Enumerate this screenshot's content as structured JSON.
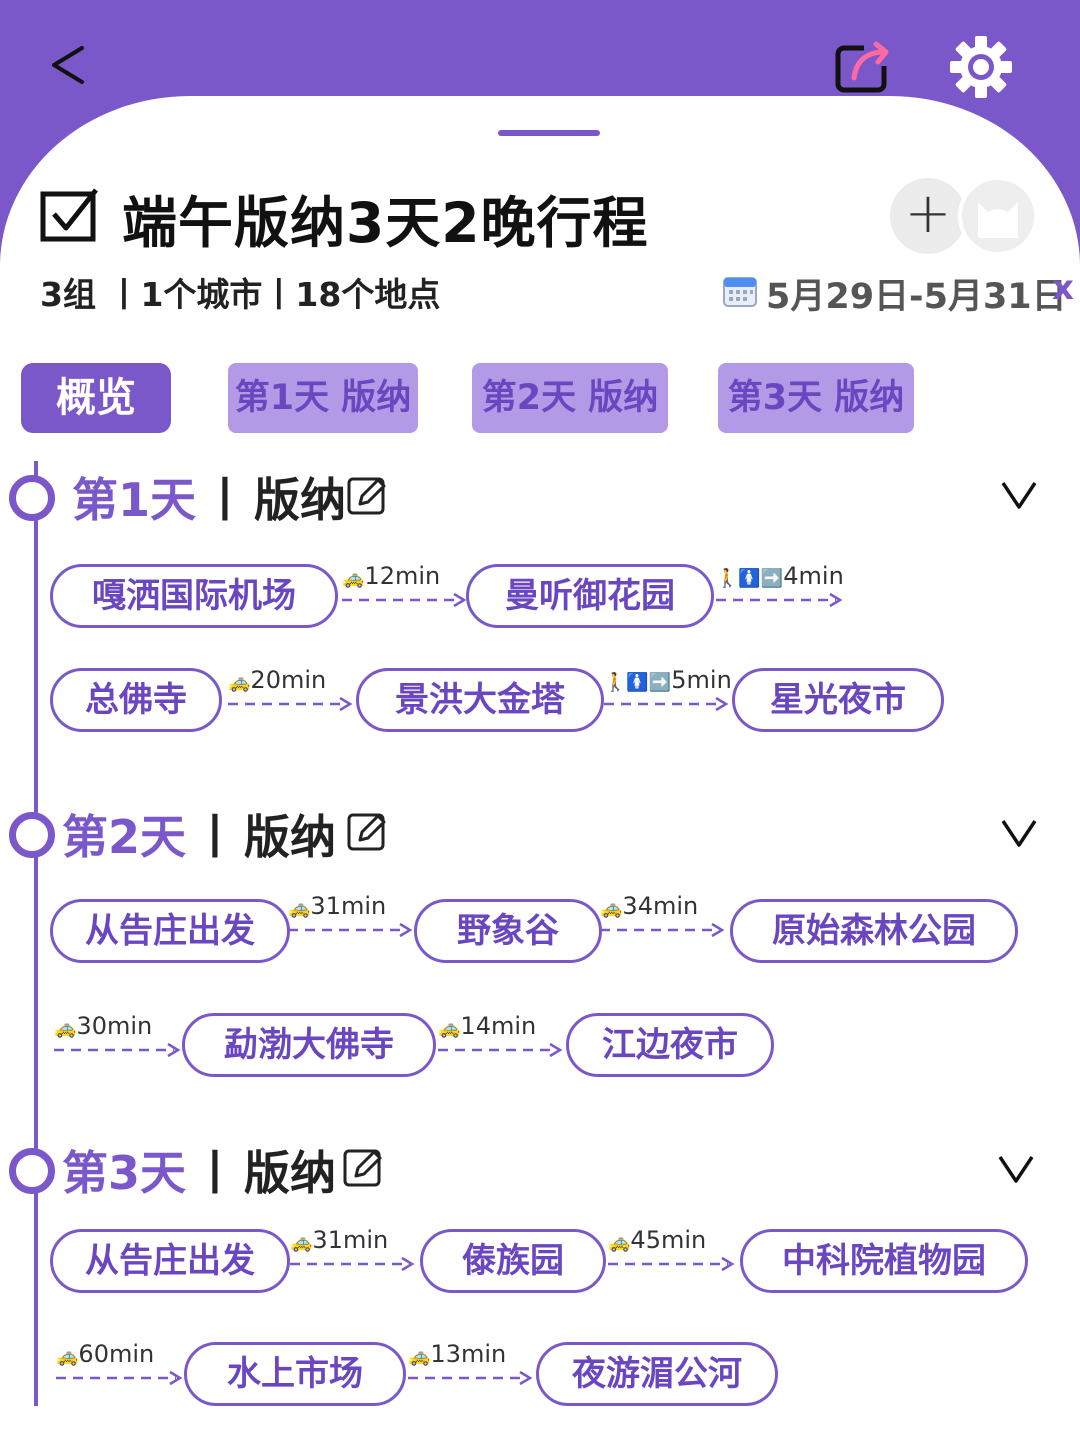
{
  "header": {
    "title": "端午版纳3天2晚行程",
    "stats": "3组 丨1个城市丨18个地点",
    "dates": "5月29日-5月31日",
    "close": "x",
    "add": "+"
  },
  "tabs": [
    "概览",
    "第1天 版纳",
    "第2天 版纳",
    "第3天 版纳"
  ],
  "days": [
    {
      "num": "第1天",
      "sep": "丨",
      "city": "版纳",
      "stops": [
        "嘎洒国际机场",
        "曼听御花园",
        "总佛寺",
        "景洪大金塔",
        "星光夜市"
      ],
      "transfers": [
        {
          "mode": "🚕",
          "time": "12min"
        },
        {
          "mode": "🚶🚺➡️",
          "time": "4min"
        },
        {
          "mode": "🚕",
          "time": "20min"
        },
        {
          "mode": "🚶🚺➡️",
          "time": "5min"
        }
      ]
    },
    {
      "num": "第2天",
      "sep": "丨",
      "city": "版纳",
      "stops": [
        "从告庄出发",
        "野象谷",
        "原始森林公园",
        "勐渤大佛寺",
        "江边夜市"
      ],
      "transfers": [
        {
          "mode": "🚕",
          "time": "31min"
        },
        {
          "mode": "🚕",
          "time": "34min"
        },
        {
          "mode": "🚕",
          "time": "30min"
        },
        {
          "mode": "🚕",
          "time": "14min"
        }
      ]
    },
    {
      "num": "第3天",
      "sep": "丨",
      "city": "版纳",
      "stops": [
        "从告庄出发",
        "傣族园",
        "中科院植物园",
        "水上市场",
        "夜游湄公河"
      ],
      "transfers": [
        {
          "mode": "🚕",
          "time": "31min"
        },
        {
          "mode": "🚕",
          "time": "45min"
        },
        {
          "mode": "🚕",
          "time": "60min"
        },
        {
          "mode": "🚕",
          "time": "13min"
        }
      ]
    }
  ],
  "colors": {
    "accent": "#7b58c9",
    "tab_inactive": "#b29ae6",
    "pill_text": "#6a46c0"
  }
}
